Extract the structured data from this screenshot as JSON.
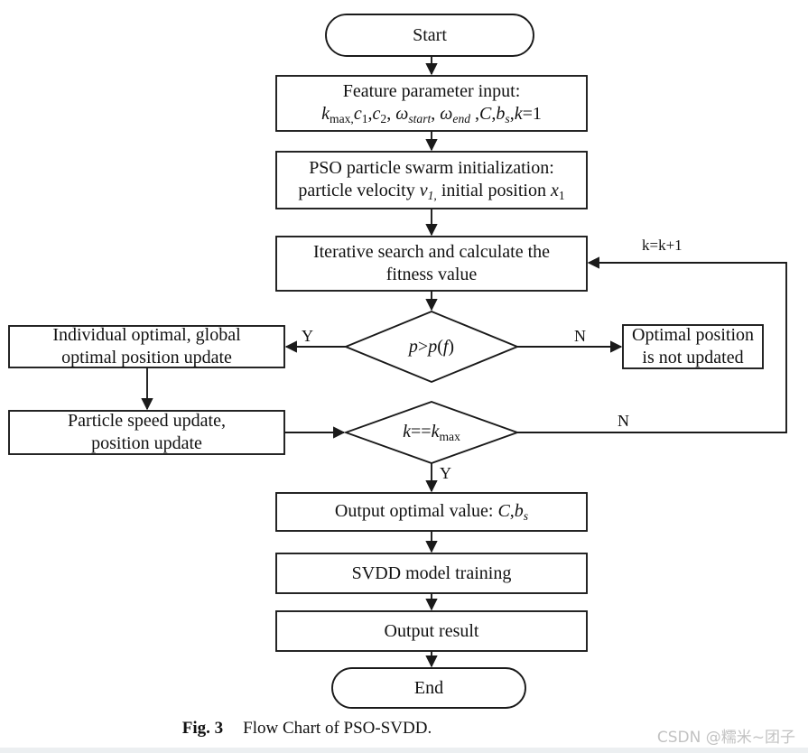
{
  "figure": {
    "caption_label": "Fig. 3",
    "caption_text": "Flow Chart of PSO-SVDD.",
    "watermark": "CSDN @糯米~团子",
    "stroke_color": "#1a1a1a",
    "fill_color": "#ffffff",
    "background": "#ffffff"
  },
  "chart_data": {
    "type": "diagram",
    "title": "Flow Chart of PSO-SVDD.",
    "nodes": [
      {
        "id": "start",
        "shape": "terminator",
        "text": [
          "Start"
        ]
      },
      {
        "id": "input",
        "shape": "process",
        "text": [
          "Feature parameter input:",
          "kmax,c1,c2, wstart, wend ,C,bs,k=1"
        ]
      },
      {
        "id": "init",
        "shape": "process",
        "text": [
          "PSO particle swarm initialization:",
          "particle velocity v1, initial position x1"
        ]
      },
      {
        "id": "iterate",
        "shape": "process",
        "text": [
          "Iterative search and calculate the",
          "fitness value"
        ]
      },
      {
        "id": "cond1",
        "shape": "decision",
        "text": [
          "p>p(f)"
        ]
      },
      {
        "id": "update",
        "shape": "process",
        "text": [
          "Individual optimal, global",
          "optimal position update"
        ]
      },
      {
        "id": "noupdate",
        "shape": "process",
        "text": [
          "Optimal position",
          "is not updated"
        ]
      },
      {
        "id": "speed",
        "shape": "process",
        "text": [
          "Particle speed update,",
          "position update"
        ]
      },
      {
        "id": "cond2",
        "shape": "decision",
        "text": [
          "k==kmax"
        ]
      },
      {
        "id": "outval",
        "shape": "process",
        "text": [
          "Output optimal value: C,bs"
        ]
      },
      {
        "id": "svdd",
        "shape": "process",
        "text": [
          "SVDD model training"
        ]
      },
      {
        "id": "outres",
        "shape": "process",
        "text": [
          "Output result"
        ]
      },
      {
        "id": "end",
        "shape": "terminator",
        "text": [
          "End"
        ]
      }
    ],
    "edges": [
      {
        "from": "start",
        "to": "input",
        "label": ""
      },
      {
        "from": "input",
        "to": "init",
        "label": ""
      },
      {
        "from": "init",
        "to": "iterate",
        "label": ""
      },
      {
        "from": "iterate",
        "to": "cond1",
        "label": ""
      },
      {
        "from": "cond1",
        "to": "update",
        "label": "Y"
      },
      {
        "from": "cond1",
        "to": "noupdate",
        "label": "N"
      },
      {
        "from": "update",
        "to": "speed",
        "label": ""
      },
      {
        "from": "speed",
        "to": "cond2",
        "label": ""
      },
      {
        "from": "cond2",
        "to": "iterate",
        "label": "N"
      },
      {
        "from": "cond2",
        "to": "outval",
        "label": "Y"
      },
      {
        "from": "outval",
        "to": "svdd",
        "label": ""
      },
      {
        "from": "svdd",
        "to": "outres",
        "label": ""
      },
      {
        "from": "outres",
        "to": "end",
        "label": ""
      }
    ]
  },
  "nodes": {
    "start": {
      "label": "Start"
    },
    "input": {
      "line1": "Feature parameter input:",
      "line2_parts": {
        "k": "k",
        "kmax_sub": "max,",
        "c": "c",
        "c1_sub": "1",
        "comma1": ",",
        "c2": "c",
        "c2_sub": "2",
        "comma2": ", ",
        "omega1": "ω",
        "omega1_sub": "start",
        "comma3": ", ",
        "omega2": "ω",
        "omega2_sub": "end",
        "comma4": " ,",
        "C": "C",
        "comma5": ",",
        "b": "b",
        "b_sub": "s",
        "comma6": ",",
        "k2": "k",
        "eq1": "=1"
      }
    },
    "init": {
      "line1": "PSO particle swarm initialization:",
      "line2_prefix": "particle velocity ",
      "v": "v",
      "v_sub": "1,",
      "line2_mid": " initial position ",
      "x": "x",
      "x_sub": "1"
    },
    "iterate": {
      "line1": "Iterative search and calculate the",
      "line2": "fitness value"
    },
    "cond1": {
      "p1": "p",
      "gt": ">",
      "p2": "p",
      "paren_open": "(",
      "f": "f",
      "paren_close": ")"
    },
    "update": {
      "line1": "Individual optimal, global",
      "line2": "optimal position update"
    },
    "noupdate": {
      "line1": "Optimal position",
      "line2": "is not updated"
    },
    "speed": {
      "line1": "Particle speed update,",
      "line2": "position update"
    },
    "cond2": {
      "k1": "k",
      "eqeq": "==",
      "k2": "k",
      "k2_sub": "max"
    },
    "outval": {
      "prefix": "Output optimal value: ",
      "C": "C",
      "comma": ",",
      "b": "b",
      "b_sub": "s"
    },
    "svdd": {
      "label": "SVDD model training"
    },
    "outres": {
      "label": "Output result"
    },
    "end": {
      "label": "End"
    }
  },
  "edge_labels": {
    "k_increment": "k=k+1",
    "cond1_yes": "Y",
    "cond1_no": "N",
    "cond2_no": "N",
    "cond2_yes": "Y"
  }
}
